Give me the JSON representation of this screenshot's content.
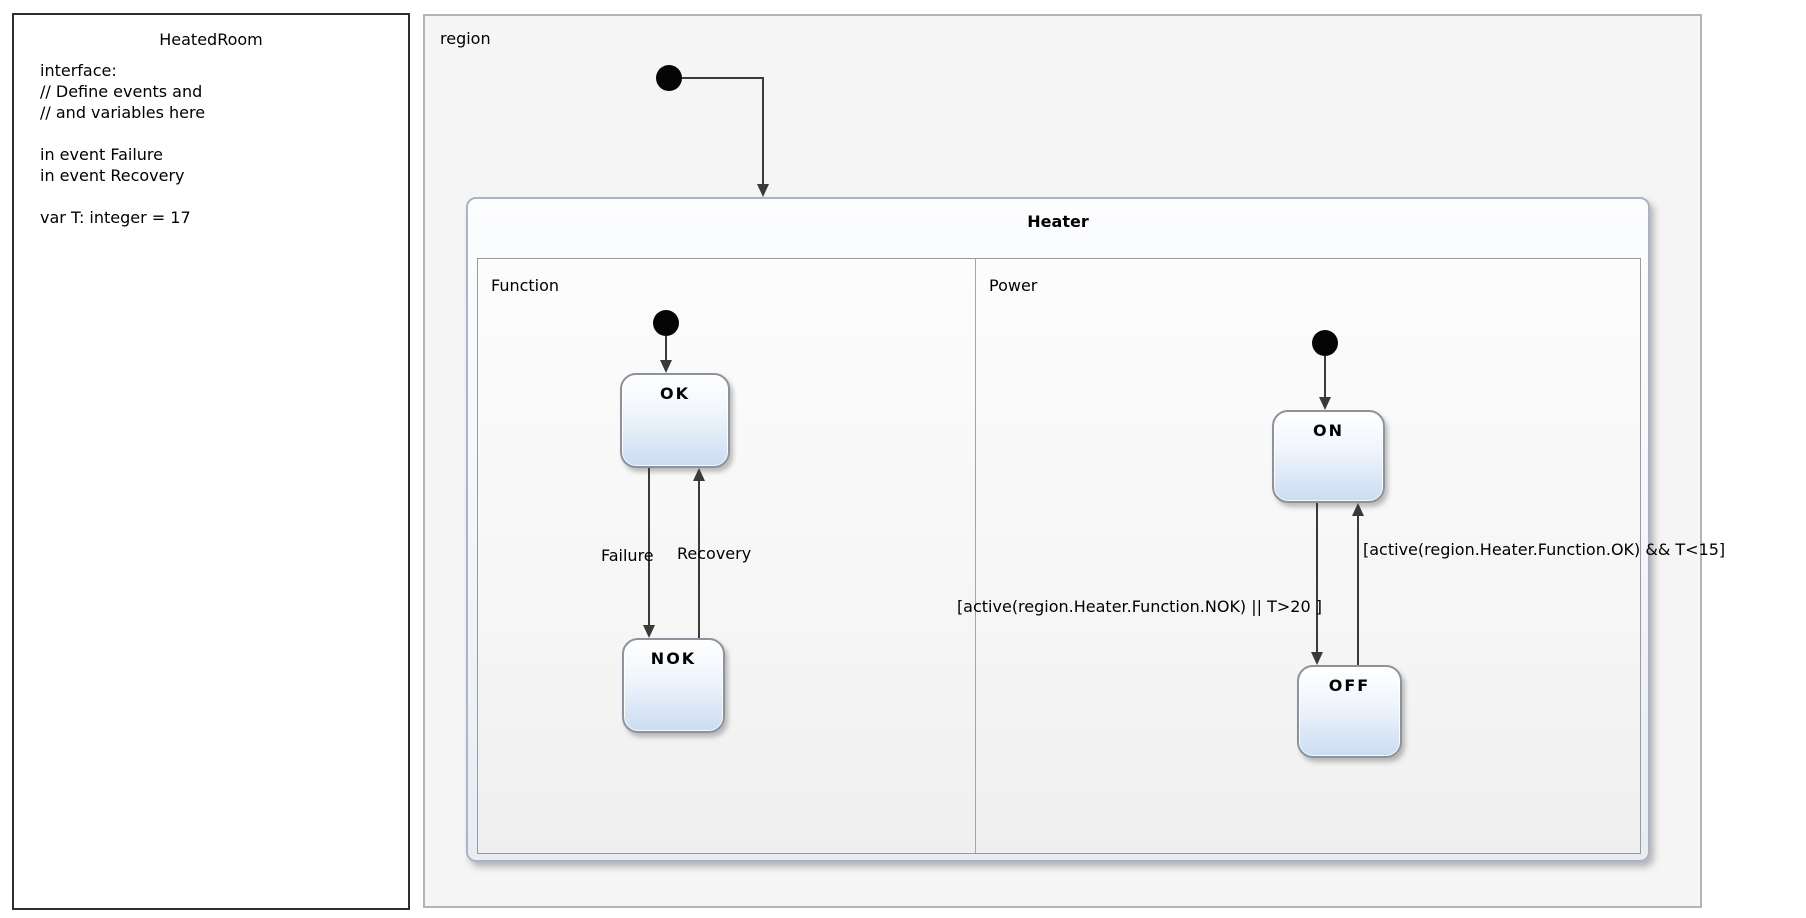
{
  "declaration": {
    "title": "HeatedRoom",
    "lines": [
      "interface:",
      "// Define events and",
      "// and variables here",
      "",
      "in event Failure",
      "in event Recovery",
      "",
      "var T: integer = 17"
    ]
  },
  "diagram": {
    "region_label": "region",
    "heater": {
      "title": "Heater",
      "regions": [
        {
          "label": "Function"
        },
        {
          "label": "Power"
        }
      ]
    },
    "states": {
      "ok": "OK",
      "nok": "NOK",
      "on": "ON",
      "off": "OFF"
    },
    "transitions": {
      "failure": "Failure",
      "recovery": "Recovery",
      "on_to_off_guard": "[active(region.Heater.Function.NOK) || T>20 ]",
      "off_to_on_guard": "[active(region.Heater.Function.OK) && T<15]"
    },
    "colors": {
      "canvas_background": "#f5f5f5",
      "state_fill_top": "#ffffff",
      "state_fill_bottom": "#cbdcf2",
      "state_border": "#8d939c",
      "composite_border": "#aab4c6",
      "transition_line": "#3a3a3a"
    }
  }
}
